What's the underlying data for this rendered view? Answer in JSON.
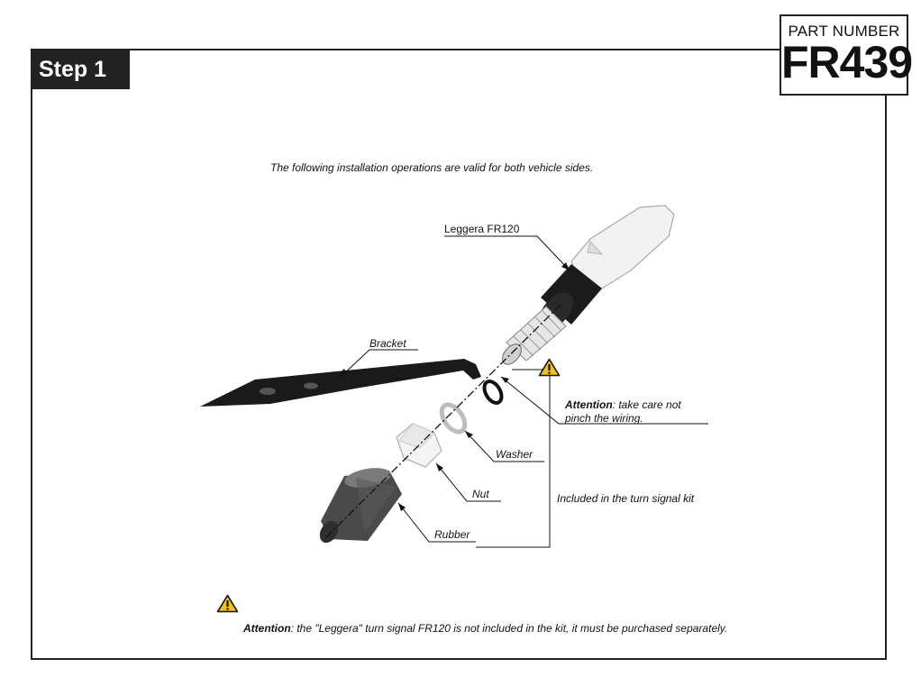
{
  "header": {
    "step_label": "Step 1",
    "part_label": "PART NUMBER",
    "part_number": "FR439"
  },
  "intro_text": "The following installation operations are valid for both vehicle sides.",
  "callouts": {
    "signal": "Leggera FR120",
    "bracket": "Bracket",
    "washer": "Washer",
    "nut": "Nut",
    "rubber": "Rubber",
    "kit": "Included in the turn signal kit"
  },
  "attention_1": {
    "label": "Attention",
    "line1": ": take care not",
    "line2": "pinch the wiring."
  },
  "attention_2": {
    "label": "Attention",
    "text": ": the \"Leggera\" turn signal FR120 is not included in the kit, it must be purchased separately."
  },
  "icons": [
    "warning-icon",
    "warning-icon"
  ],
  "colors": {
    "frame": "#222222",
    "badge_bg": "#222222",
    "warning_yellow": "#f2c21b"
  }
}
